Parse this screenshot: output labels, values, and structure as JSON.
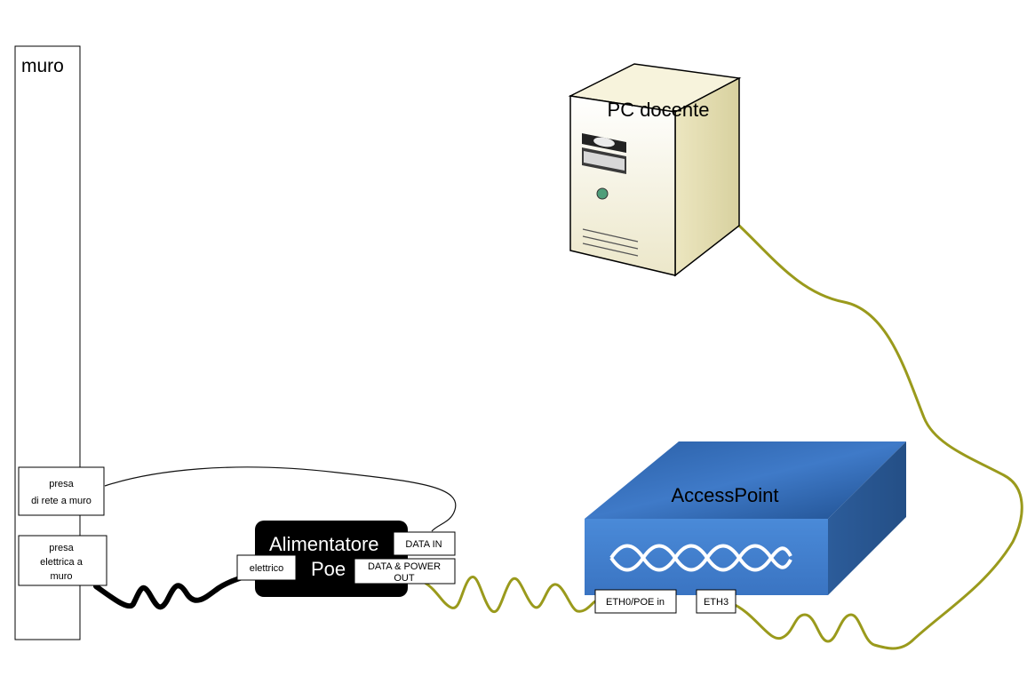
{
  "wall": {
    "label": "muro"
  },
  "wall_outlets": {
    "network_line1": "presa",
    "network_line2": "di rete a muro",
    "power_line1": "presa",
    "power_line2": "elettrica a",
    "power_line3": "muro"
  },
  "poe_injector": {
    "title_line1": "Alimentatore",
    "title_line2": "Poe",
    "port_power": "elettrico",
    "port_data_in": "DATA IN",
    "port_data_out_line1": "DATA & POWER",
    "port_data_out_line2": "OUT"
  },
  "pc": {
    "label": "PC docente"
  },
  "access_point": {
    "label": "AccessPoint",
    "port_eth0": "ETH0/POE in",
    "port_eth3": "ETH3"
  },
  "colors": {
    "ethernet_cable": "#9a9a1c",
    "power_cable": "#000000",
    "access_point_front": "#3f7ac8",
    "access_point_top": "#4f90d8",
    "access_point_side": "#2c5c9a",
    "pc_case": "#f3efd5"
  }
}
